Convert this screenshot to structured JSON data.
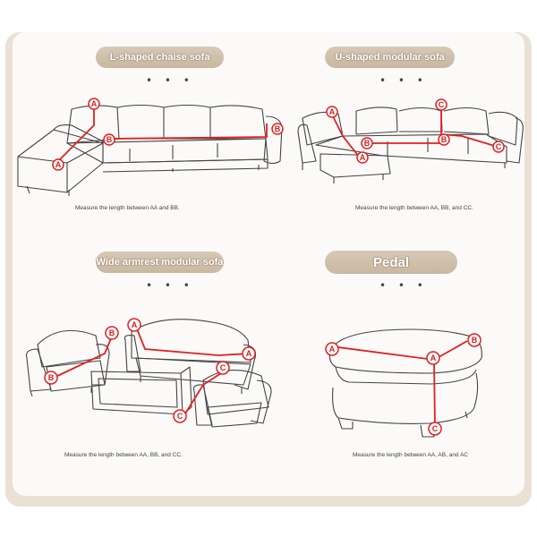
{
  "colors": {
    "accent_red": "#e02020",
    "frame_beige": "#eae0d4",
    "pill_tan": "#cfc0ab"
  },
  "sections": [
    {
      "title": "L-shaped chaise sofa",
      "dots": "• • •",
      "caption": "Measure the length between AA and BB.",
      "markers": [
        "A",
        "A",
        "B",
        "B"
      ]
    },
    {
      "title": "U-shaped modular sofa",
      "dots": "• • •",
      "caption": "Measure the length between AA, BB, and CC.",
      "markers": [
        "A",
        "A",
        "B",
        "B",
        "C",
        "C"
      ]
    },
    {
      "title": "Wide armrest modular sofa",
      "dots": "• • •",
      "caption": "Measure the length between AA, BB, and CC.",
      "markers": [
        "A",
        "A",
        "B",
        "B",
        "C",
        "C"
      ]
    },
    {
      "title": "Pedal",
      "dots": "• • •",
      "caption": "Measure the length between AA, AB, and AC",
      "markers": [
        "A",
        "A",
        "B",
        "C"
      ]
    }
  ]
}
